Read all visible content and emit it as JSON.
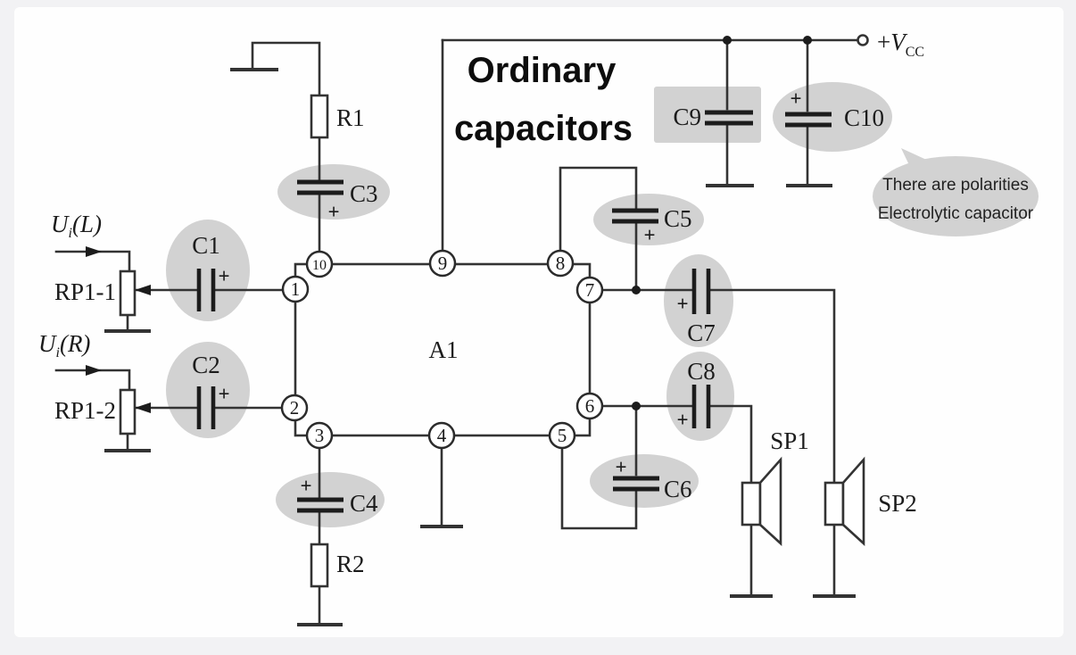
{
  "title": {
    "line1": "Ordinary",
    "line2": "capacitors"
  },
  "power": {
    "plus": "+",
    "v": "V",
    "sub": "CC"
  },
  "ic": {
    "label": "A1",
    "pins": [
      "1",
      "2",
      "3",
      "4",
      "5",
      "6",
      "7",
      "8",
      "9",
      "10"
    ]
  },
  "components": {
    "r1": {
      "label": "R1"
    },
    "r2": {
      "label": "R2"
    },
    "c1": {
      "label": "C1"
    },
    "c2": {
      "label": "C2"
    },
    "c3": {
      "label": "C3"
    },
    "c4": {
      "label": "C4"
    },
    "c5": {
      "label": "C5"
    },
    "c6": {
      "label": "C6"
    },
    "c7": {
      "label": "C7"
    },
    "c8": {
      "label": "C8"
    },
    "c9": {
      "label": "C9"
    },
    "c10": {
      "label": "C10"
    },
    "rp1_1": {
      "label": "RP1-1"
    },
    "rp1_2": {
      "label": "RP1-2"
    },
    "sp1": {
      "label": "SP1"
    },
    "sp2": {
      "label": "SP2"
    }
  },
  "inputs": {
    "left": {
      "base": "U",
      "sub": "i",
      "arg": "(L)"
    },
    "right": {
      "base": "U",
      "sub": "i",
      "arg": "(R)"
    }
  },
  "callout": {
    "line1": "There are polarities",
    "line2": "Electrolytic capacitor"
  },
  "symbols": {
    "plus": "+"
  },
  "colors": {
    "wire": "#333333",
    "highlight": "#d2d2d2",
    "canvas": "#fefefe",
    "page": "#f2f2f4",
    "text": "#1b1b1b"
  }
}
